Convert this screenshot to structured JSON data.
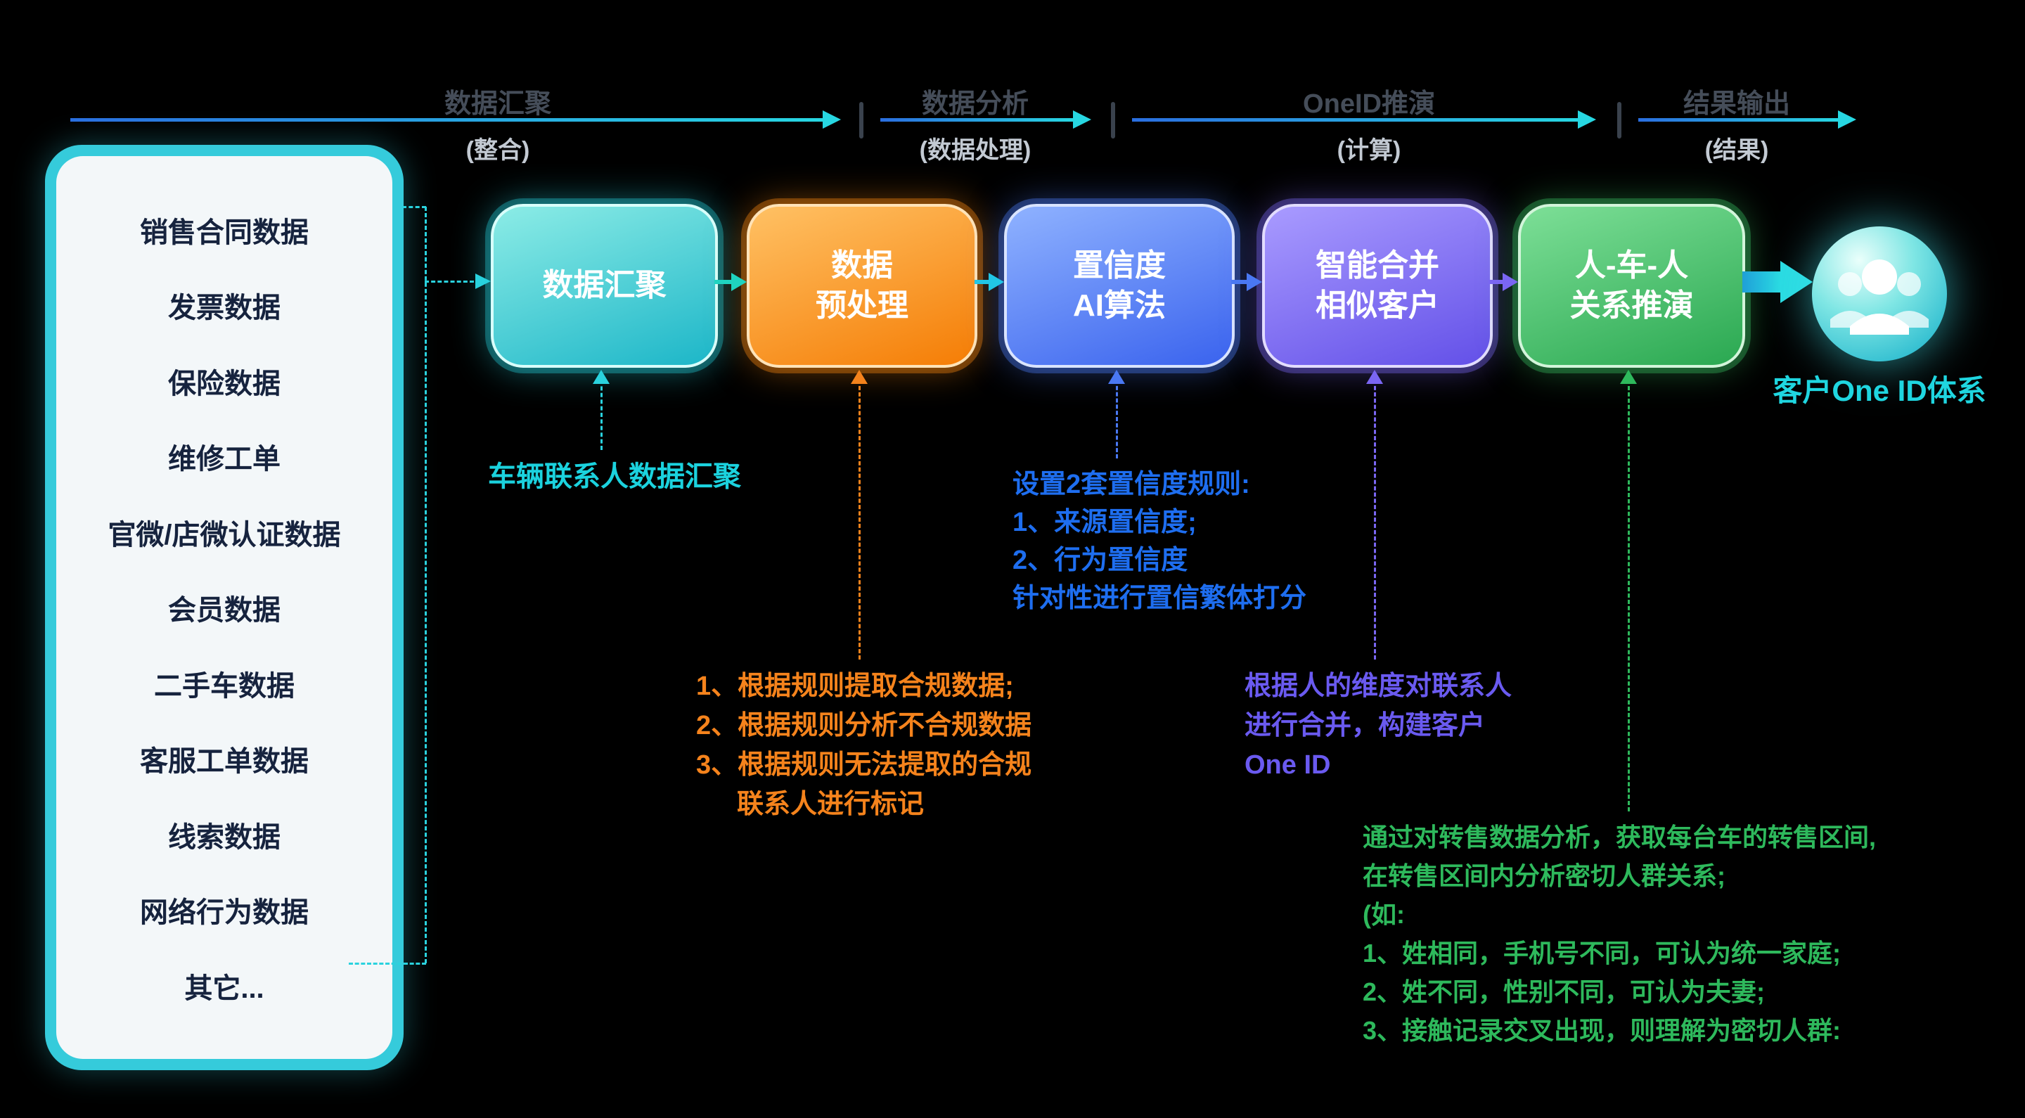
{
  "phases": [
    {
      "title": "数据汇聚",
      "subtitle": "(整合)"
    },
    {
      "title": "数据分析",
      "subtitle": "(数据处理)"
    },
    {
      "title": "OneID推演",
      "subtitle": "(计算)"
    },
    {
      "title": "结果输出",
      "subtitle": "(结果)"
    }
  ],
  "sources": {
    "items": [
      "销售合同数据",
      "发票数据",
      "保险数据",
      "维修工单",
      "官微/店微认证数据",
      "会员数据",
      "二手车数据",
      "客服工单数据",
      "线索数据",
      "网络行为数据",
      "其它..."
    ]
  },
  "steps": [
    {
      "line1": "数据汇聚",
      "line2": ""
    },
    {
      "line1": "数据",
      "line2": "预处理"
    },
    {
      "line1": "置信度",
      "line2": "AI算法"
    },
    {
      "line1": "智能合并",
      "line2": "相似客户"
    },
    {
      "line1": "人-车-人",
      "line2": "关系推演"
    }
  ],
  "annotations": {
    "aggregation": {
      "lines": [
        "车辆联系人数据汇聚"
      ]
    },
    "preprocess": {
      "lines": [
        "1、根据规则提取合规数据;",
        "2、根据规则分析不合规数据",
        "3、根据规则无法提取的合规",
        "联系人进行标记"
      ]
    },
    "confidence": {
      "lines": [
        "设置2套置信度规则:",
        "1、来源置信度;",
        "2、行为置信度",
        "针对性进行置信繁体打分"
      ]
    },
    "merge": {
      "lines": [
        "根据人的维度对联系人",
        "进行合并，构建客户",
        "One ID"
      ]
    },
    "relation": {
      "lines": [
        "通过对转售数据分析，获取每台车的转售区间,",
        "在转售区间内分析密切人群关系;",
        "(如:",
        "1、姓相同，手机号不同，可认为统一家庭;",
        "2、姓不同，性别不同，可认为夫妻;",
        "3、接触记录交叉出现，则理解为密切人群:"
      ]
    }
  },
  "result": {
    "label": "客户One ID体系",
    "icon": "people-group-icon"
  },
  "colors": {
    "aggregation": "#1fc0cf",
    "preprocess": "#f8860f",
    "confidence": "#4a78f2",
    "merge": "#7a66f2",
    "relation": "#36b95e",
    "accent_cyan": "#25d3de",
    "panel_border": "#35cbdb",
    "panel_bg": "#f3f7f9",
    "header_title": "#454d59",
    "header_subtitle": "#c3cad3"
  }
}
